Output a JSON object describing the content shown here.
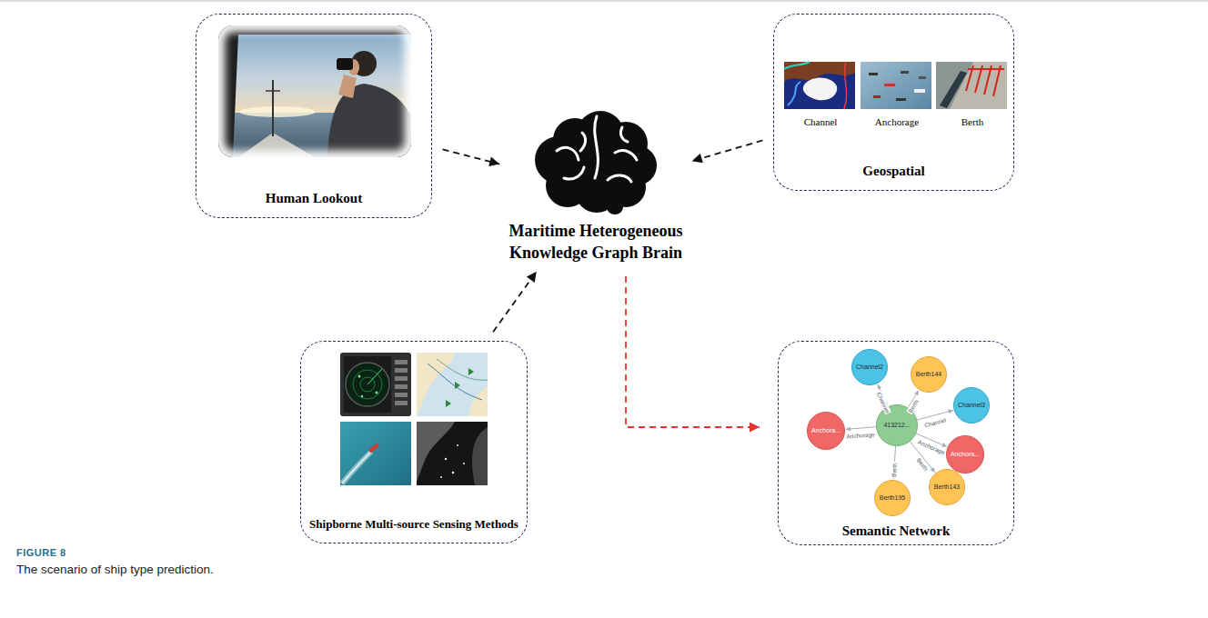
{
  "diagram": {
    "caption": "The scenario of ship type prediction.",
    "nodes": [
      {
        "text": [
          "Human Lookout"
        ]
      },
      {
        "text": [
          "Geospatial"
        ]
      },
      {
        "text": [
          "Channel"
        ],
        "in": 1
      },
      {
        "text": [
          "Anchorage"
        ],
        "in": 1
      },
      {
        "text": [
          "Berth"
        ],
        "in": 1
      },
      {
        "text": [
          "Maritime Heterogeneous Knowledge Graph Brain"
        ]
      },
      {
        "text": [
          "Shipborne Multi-source Sensing Methods"
        ]
      },
      {
        "text": [
          "Semantic Network"
        ]
      },
      {
        "text": [
          "Channel2"
        ],
        "in": 7
      },
      {
        "text": [
          "Berth144"
        ],
        "in": 7
      },
      {
        "text": [
          "Channel3"
        ],
        "in": 7
      },
      {
        "text": [
          "Anchora..."
        ],
        "in": 7
      },
      {
        "text": [
          "413212..."
        ],
        "in": 7
      },
      {
        "text": [
          "Anchora..."
        ],
        "in": 7
      },
      {
        "text": [
          "Berth143"
        ],
        "in": 7
      },
      {
        "text": [
          "Berth195"
        ],
        "in": 7
      }
    ],
    "edges": [
      {
        "from": 0,
        "to": 5,
        "arrow": "to"
      },
      {
        "from": 1,
        "to": 5,
        "arrow": "to"
      },
      {
        "from": 6,
        "to": 5,
        "arrow": "to"
      },
      {
        "from": 5,
        "to": 7,
        "arrow": "to"
      },
      {
        "from": 12,
        "to": 8,
        "label": "Channel",
        "arrow": "to"
      },
      {
        "from": 12,
        "to": 9,
        "label": "Berth",
        "arrow": "to"
      },
      {
        "from": 12,
        "to": 10,
        "label": "Channel",
        "arrow": "to"
      },
      {
        "from": 12,
        "to": 11,
        "label": "Anchorage",
        "arrow": "to"
      },
      {
        "from": 12,
        "to": 13,
        "label": "Anchorage",
        "arrow": "to"
      },
      {
        "from": 12,
        "to": 14,
        "label": "Berth",
        "arrow": "to"
      },
      {
        "from": 12,
        "to": 15,
        "label": "Berth",
        "arrow": "to"
      }
    ],
    "labels": [
      "FIGURE 8"
    ]
  }
}
